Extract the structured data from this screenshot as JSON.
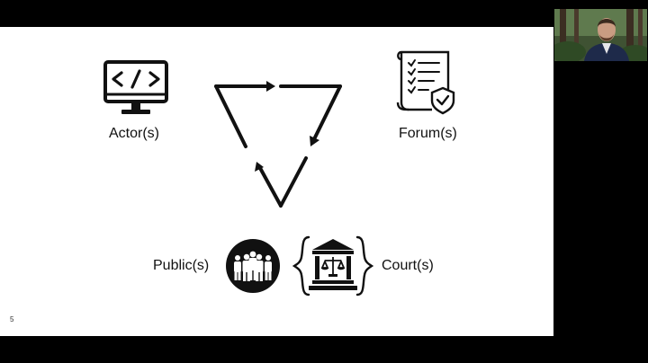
{
  "slide": {
    "page_number": "5",
    "labels": {
      "actors": "Actor(s)",
      "forums": "Forum(s)",
      "publics": "Public(s)",
      "courts": "Court(s)"
    },
    "icons": {
      "actors": "code-monitor-icon",
      "forums": "checklist-document-shield-icon",
      "cycle": "triangle-cycle-arrows-icon",
      "publics": "people-group-icon",
      "courts": "courthouse-scales-icon"
    }
  },
  "webcam": {
    "participant": "presenter-video-feed"
  },
  "colors": {
    "background": "#000000",
    "slide": "#ffffff",
    "ink": "#111111"
  }
}
